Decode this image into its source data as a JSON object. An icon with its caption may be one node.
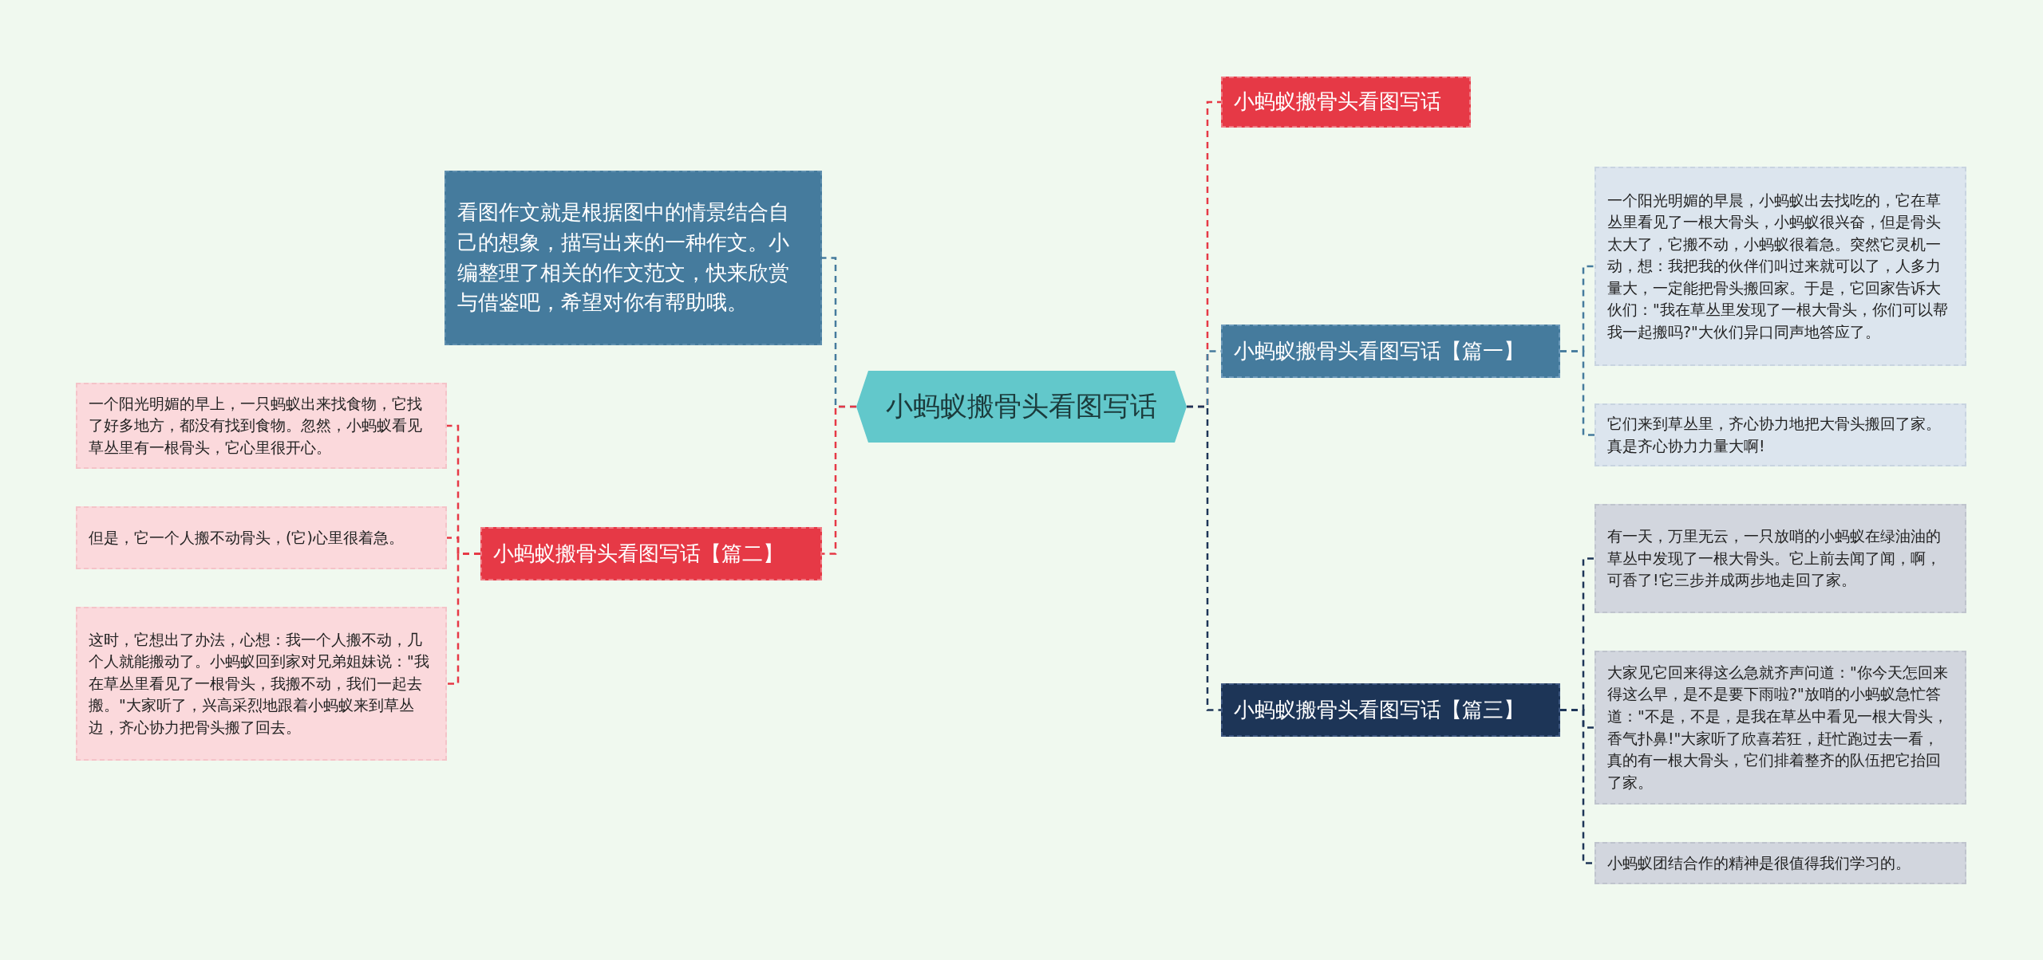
{
  "diagram": {
    "nodes": [
      {
        "text": [
          "小蚂蚁搬骨头看图写话"
        ]
      },
      {
        "text": [
          "看图作文就是根据图中的情景结合自己的想象，描写出来的一种作文。小编整理了相关的作文范文，快来欣赏与借鉴吧，希望对你有帮助哦。"
        ]
      },
      {
        "text": [
          "小蚂蚁搬骨头看图写话【篇二】"
        ]
      },
      {
        "text": [
          "一个阳光明媚的早上，一只蚂蚁出来找食物，它找了好多地方，都没有找到食物。忽然，小蚂蚁看见草丛里有一根骨头，它心里很开心。"
        ]
      },
      {
        "text": [
          "但是，它一个人搬不动骨头，(它)心里很着急。"
        ]
      },
      {
        "text": [
          "这时，它想出了办法，心想：我一个人搬不动，几个人就能搬动了。小蚂蚁回到家对兄弟姐妹说：\"我在草丛里看见了一根骨头，我搬不动，我们一起去搬。\"大家听了，兴高采烈地跟着小蚂蚁来到草丛边，齐心协力把骨头搬了回去。"
        ]
      },
      {
        "text": [
          "小蚂蚁搬骨头看图写话"
        ]
      },
      {
        "text": [
          "小蚂蚁搬骨头看图写话【篇一】"
        ]
      },
      {
        "text": [
          "一个阳光明媚的早晨，小蚂蚁出去找吃的，它在草丛里看见了一根大骨头，小蚂蚁很兴奋，但是骨头太大了，它搬不动，小蚂蚁很着急。突然它灵机一动，想：我把我的伙伴们叫过来就可以了，人多力量大，一定能把骨头搬回家。于是，它回家告诉大伙们：\"我在草丛里发现了一根大骨头，你们可以帮我一起搬吗?\"大伙们异口同声地答应了。"
        ]
      },
      {
        "text": [
          "它们来到草丛里，齐心协力地把大骨头搬回了家。真是齐心协力力量大啊!"
        ]
      },
      {
        "text": [
          "小蚂蚁搬骨头看图写话【篇三】"
        ]
      },
      {
        "text": [
          "有一天，万里无云，一只放哨的小蚂蚁在绿油油的草丛中发现了一根大骨头。它上前去闻了闻，啊，可香了!它三步并成两步地走回了家。"
        ]
      },
      {
        "text": [
          "大家见它回来得这么急就齐声问道：\"你今天怎回来得这么早，是不是要下雨啦?\"放哨的小蚂蚁急忙答道：\"不是，不是，是我在草丛中看见一根大骨头，香气扑鼻!\"大家听了欣喜若狂，赶忙跑过去一看，真的有一根大骨头，它们排着整齐的队伍把它抬回了家。"
        ]
      },
      {
        "text": [
          "小蚂蚁团结合作的精神是很值得我们学习的。"
        ]
      }
    ],
    "edges": [
      {
        "from": 0,
        "to": 1,
        "arrow": "none",
        "style": "dashed",
        "color": "#457b9d"
      },
      {
        "from": 0,
        "to": 2,
        "arrow": "none",
        "style": "dashed"
      },
      {
        "from": 2,
        "to": 3,
        "arrow": "none",
        "style": "dashed"
      },
      {
        "from": 2,
        "to": 4,
        "arrow": "none",
        "style": "dashed"
      },
      {
        "from": 2,
        "to": 5,
        "arrow": "none",
        "style": "dashed"
      },
      {
        "from": 0,
        "to": 6,
        "arrow": "none",
        "style": "dashed"
      },
      {
        "from": 0,
        "to": 7,
        "arrow": "none",
        "style": "dashed",
        "color": "#457b9d"
      },
      {
        "from": 7,
        "to": 8,
        "arrow": "none",
        "style": "dashed",
        "color": "#457b9d"
      },
      {
        "from": 7,
        "to": 9,
        "arrow": "none",
        "style": "dashed",
        "color": "#457b9d"
      },
      {
        "from": 0,
        "to": 10,
        "arrow": "none",
        "style": "dashed",
        "color": "#1d3557"
      },
      {
        "from": 10,
        "to": 11,
        "arrow": "none",
        "style": "dashed",
        "color": "#1d3557"
      },
      {
        "from": 10,
        "to": 12,
        "arrow": "none",
        "style": "dashed",
        "color": "#1d3557"
      },
      {
        "from": 10,
        "to": 13,
        "arrow": "none",
        "style": "dashed",
        "color": "#1d3557"
      }
    ]
  }
}
